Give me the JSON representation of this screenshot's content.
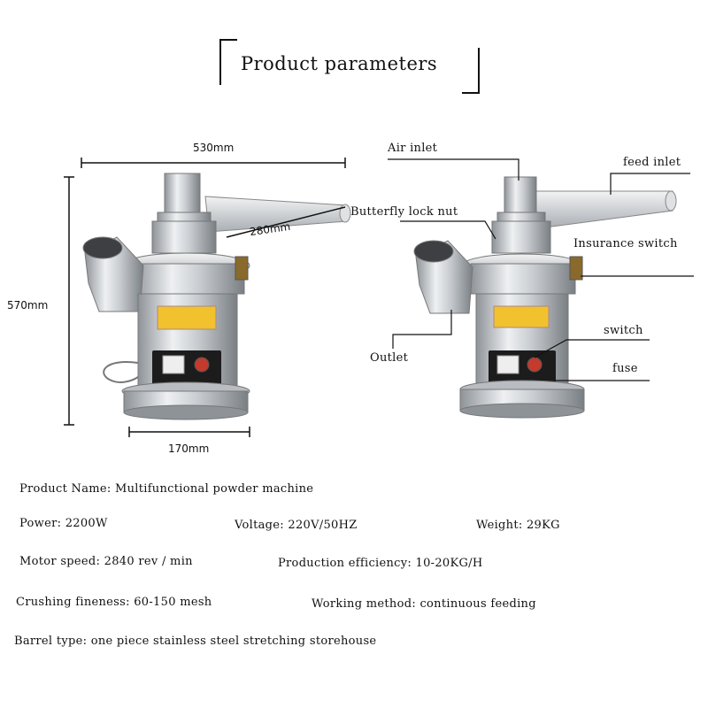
{
  "title": "Product parameters",
  "dimensions": {
    "width": "530mm",
    "height": "570mm",
    "chute_length": "280mm",
    "base_width": "170mm"
  },
  "callouts": {
    "air_inlet": "Air inlet",
    "feed_inlet": "feed inlet",
    "butterfly_lock_nut": "Butterfly lock nut",
    "insurance_switch": "Insurance switch",
    "switch": "switch",
    "outlet": "Outlet",
    "fuse": "fuse"
  },
  "specs": {
    "product_name": "Product Name: Multifunctional powder machine",
    "power": "Power: 2200W",
    "voltage": "Voltage: 220V/50HZ",
    "weight": "Weight: 29KG",
    "motor_speed": "Motor speed: 2840 rev / min",
    "production_efficiency": "Production efficiency: 10-20KG/H",
    "crushing_fineness": "Crushing fineness: 60-150 mesh",
    "working_method": "Working method: continuous feeding",
    "barrel_type": "Barrel type: one piece stainless steel stretching storehouse"
  },
  "colors": {
    "steel_light": "#e6e8ea",
    "steel_mid": "#b9bdc1",
    "steel_dark": "#7c8186",
    "panel": "#1c1c1c",
    "warning": "#f2c12e",
    "outlet_blue": "#3a5a8c"
  }
}
